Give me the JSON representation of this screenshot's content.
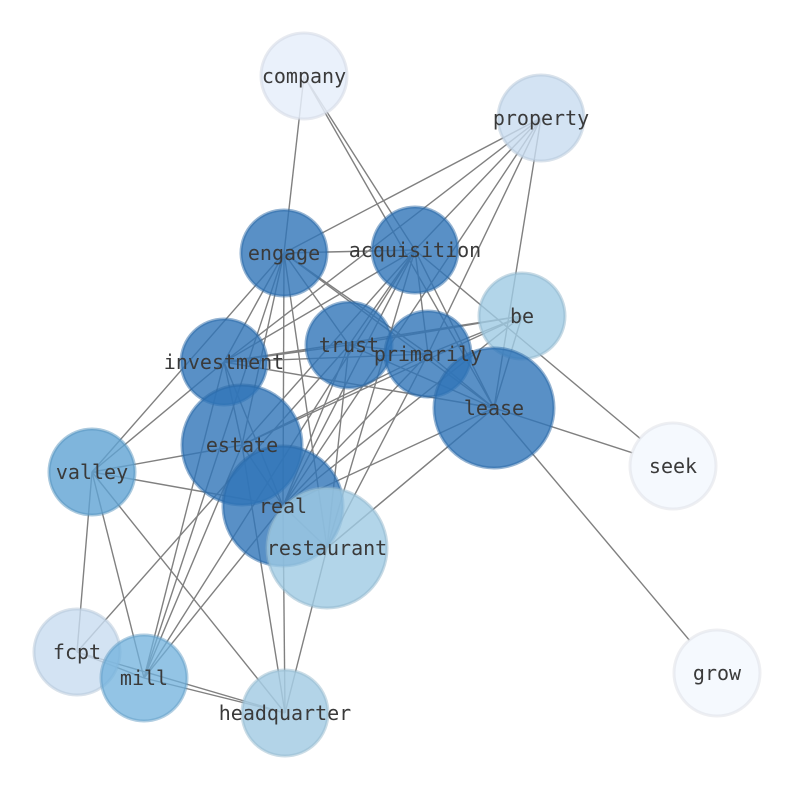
{
  "nodes": [
    {
      "id": "company",
      "label": "company",
      "color": "#e6eefa"
    },
    {
      "id": "property",
      "label": "property",
      "color": "#c8dcf0"
    },
    {
      "id": "engage",
      "label": "engage",
      "color": "#2f74b8"
    },
    {
      "id": "acquisition",
      "label": "acquisition",
      "color": "#2f74b8"
    },
    {
      "id": "be",
      "label": "be",
      "color": "#9fcae3"
    },
    {
      "id": "trust",
      "label": "trust",
      "color": "#2f74b8"
    },
    {
      "id": "primarily",
      "label": "primarily",
      "color": "#2f74b8"
    },
    {
      "id": "investment",
      "label": "investment",
      "color": "#2f74b8"
    },
    {
      "id": "lease",
      "label": "lease",
      "color": "#2f74b8"
    },
    {
      "id": "estate",
      "label": "estate",
      "color": "#2f74b8"
    },
    {
      "id": "seek",
      "label": "seek",
      "color": "#f5f9fe"
    },
    {
      "id": "valley",
      "label": "valley",
      "color": "#5fa3d3"
    },
    {
      "id": "real",
      "label": "real",
      "color": "#2f74b8"
    },
    {
      "id": "restaurant",
      "label": "restaurant",
      "color": "#9fcae3"
    },
    {
      "id": "fcpt",
      "label": "fcpt",
      "color": "#c8dcf0"
    },
    {
      "id": "mill",
      "label": "mill",
      "color": "#6fb0dc"
    },
    {
      "id": "headquarter",
      "label": "headquarter",
      "color": "#a6cde4"
    },
    {
      "id": "grow",
      "label": "grow",
      "color": "#f5f9fe"
    }
  ],
  "edges": [
    [
      "company",
      "acquisition"
    ],
    [
      "company",
      "engage"
    ],
    [
      "company",
      "lease"
    ],
    [
      "property",
      "engage"
    ],
    [
      "property",
      "acquisition"
    ],
    [
      "property",
      "primarily"
    ],
    [
      "property",
      "real"
    ],
    [
      "property",
      "lease"
    ],
    [
      "property",
      "investment"
    ],
    [
      "engage",
      "acquisition"
    ],
    [
      "engage",
      "trust"
    ],
    [
      "engage",
      "primarily"
    ],
    [
      "engage",
      "investment"
    ],
    [
      "engage",
      "lease"
    ],
    [
      "engage",
      "estate"
    ],
    [
      "engage",
      "real"
    ],
    [
      "engage",
      "restaurant"
    ],
    [
      "engage",
      "mill"
    ],
    [
      "engage",
      "valley"
    ],
    [
      "acquisition",
      "trust"
    ],
    [
      "acquisition",
      "primarily"
    ],
    [
      "acquisition",
      "investment"
    ],
    [
      "acquisition",
      "estate"
    ],
    [
      "acquisition",
      "real"
    ],
    [
      "acquisition",
      "restaurant"
    ],
    [
      "acquisition",
      "lease"
    ],
    [
      "acquisition",
      "mill"
    ],
    [
      "acquisition",
      "seek"
    ],
    [
      "be",
      "trust"
    ],
    [
      "be",
      "investment"
    ],
    [
      "be",
      "lease"
    ],
    [
      "be",
      "real"
    ],
    [
      "be",
      "estate"
    ],
    [
      "be",
      "primarily"
    ],
    [
      "trust",
      "primarily"
    ],
    [
      "trust",
      "investment"
    ],
    [
      "trust",
      "lease"
    ],
    [
      "trust",
      "real"
    ],
    [
      "trust",
      "restaurant"
    ],
    [
      "trust",
      "fcpt"
    ],
    [
      "primarily",
      "investment"
    ],
    [
      "primarily",
      "real"
    ],
    [
      "primarily",
      "lease"
    ],
    [
      "primarily",
      "restaurant"
    ],
    [
      "primarily",
      "estate"
    ],
    [
      "investment",
      "estate"
    ],
    [
      "investment",
      "real"
    ],
    [
      "investment",
      "lease"
    ],
    [
      "investment",
      "valley"
    ],
    [
      "investment",
      "mill"
    ],
    [
      "lease",
      "real"
    ],
    [
      "lease",
      "restaurant"
    ],
    [
      "lease",
      "seek"
    ],
    [
      "lease",
      "grow"
    ],
    [
      "estate",
      "real"
    ],
    [
      "estate",
      "valley"
    ],
    [
      "estate",
      "mill"
    ],
    [
      "estate",
      "headquarter"
    ],
    [
      "valley",
      "real"
    ],
    [
      "valley",
      "fcpt"
    ],
    [
      "valley",
      "mill"
    ],
    [
      "valley",
      "headquarter"
    ],
    [
      "real",
      "restaurant"
    ],
    [
      "real",
      "headquarter"
    ],
    [
      "restaurant",
      "headquarter"
    ],
    [
      "restaurant",
      "lease"
    ],
    [
      "fcpt",
      "mill"
    ],
    [
      "fcpt",
      "headquarter"
    ],
    [
      "mill",
      "headquarter"
    ],
    [
      "mill",
      "real"
    ]
  ]
}
